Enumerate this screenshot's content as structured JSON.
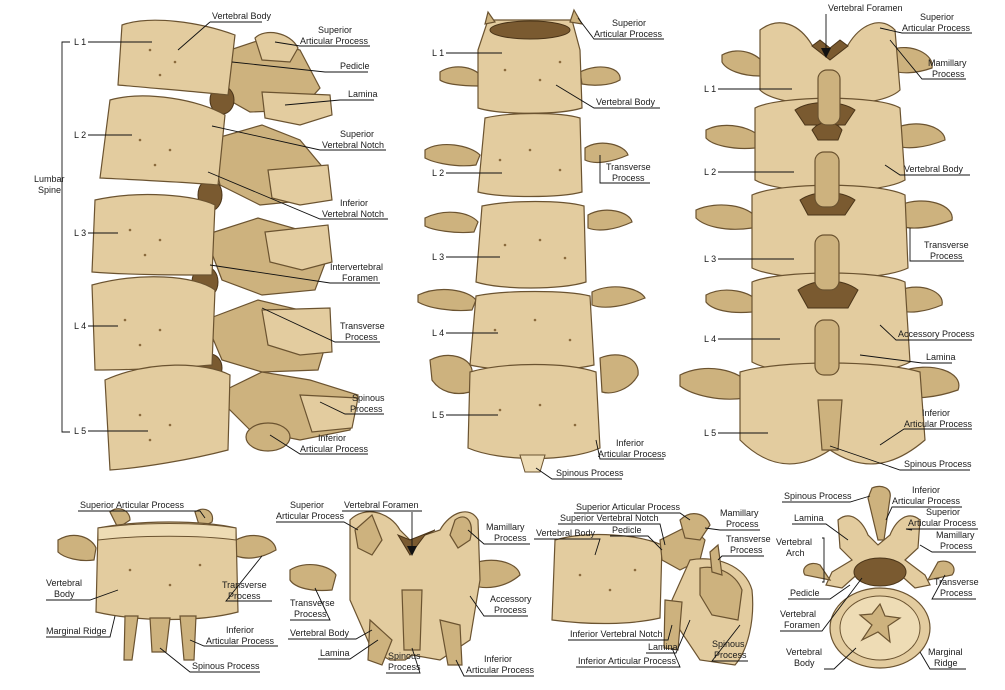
{
  "panel_top_left": {
    "group_label_line1": "Lumbar",
    "group_label_line2": "Spine",
    "levels": [
      "L 1",
      "L 2",
      "L 3",
      "L 4",
      "L 5"
    ],
    "labels": {
      "vertebral_body": "Vertebral Body",
      "superior_articular_process_1": "Superior",
      "superior_articular_process_2": "Articular Process",
      "pedicle": "Pedicle",
      "lamina": "Lamina",
      "superior_vertebral_notch_1": "Superior",
      "superior_vertebral_notch_2": "Vertebral Notch",
      "inferior_vertebral_notch_1": "Inferior",
      "inferior_vertebral_notch_2": "Vertebral Notch",
      "intervertebral_foramen_1": "Intervertebral",
      "intervertebral_foramen_2": "Foramen",
      "transverse_process_1": "Transverse",
      "transverse_process_2": "Process",
      "spinous_process_1": "Spinous",
      "spinous_process_2": "Process",
      "inferior_articular_process_1": "Inferior",
      "inferior_articular_process_2": "Articular Process"
    }
  },
  "panel_top_middle": {
    "levels": [
      "L 1",
      "L 2",
      "L 3",
      "L 4",
      "L 5"
    ],
    "labels": {
      "superior_articular_process_1": "Superior",
      "superior_articular_process_2": "Articular Process",
      "vertebral_body": "Vertebral Body",
      "transverse_process_1": "Transverse",
      "transverse_process_2": "Process",
      "inferior_articular_process_1": "Inferior",
      "inferior_articular_process_2": "Articular Process",
      "spinous_process": "Spinous Process"
    }
  },
  "panel_top_right": {
    "levels": [
      "L 1",
      "L 2",
      "L 3",
      "L 4",
      "L 5"
    ],
    "labels": {
      "vertebral_foramen": "Vertebral Foramen",
      "superior_articular_process_1": "Superior",
      "superior_articular_process_2": "Articular Process",
      "mamillary_process_1": "Mamillary",
      "mamillary_process_2": "Process",
      "vertebral_body": "Vertebral Body",
      "transverse_process_1": "Transverse",
      "transverse_process_2": "Process",
      "accessory_process": "Accessory Process",
      "lamina": "Lamina",
      "inferior_articular_process_1": "Inferior",
      "inferior_articular_process_2": "Articular Process",
      "spinous_process": "Spinous Process"
    }
  },
  "panel_bottom_1": {
    "labels": {
      "superior_articular_process": "Superior Articular Process",
      "vertebral_body_1": "Vertebral",
      "vertebral_body_2": "Body",
      "transverse_process_1": "Transverse",
      "transverse_process_2": "Process",
      "marginal_ridge": "Marginal Ridge",
      "inferior_articular_process_1": "Inferior",
      "inferior_articular_process_2": "Articular Process",
      "spinous_process": "Spinous Process"
    }
  },
  "panel_bottom_2": {
    "labels": {
      "superior_articular_process_1": "Superior",
      "superior_articular_process_2": "Articular Process",
      "vertebral_foramen": "Vertebral Foramen",
      "mamillary_process_1": "Mamillary",
      "mamillary_process_2": "Process",
      "transverse_process_1": "Transverse",
      "transverse_process_2": "Process",
      "accessory_process_1": "Accessory",
      "accessory_process_2": "Process",
      "vertebral_body": "Vertebral Body",
      "lamina": "Lamina",
      "spinous_process_1": "Spinous",
      "spinous_process_2": "Process",
      "inferior_articular_process_1": "Inferior",
      "inferior_articular_process_2": "Articular Process"
    }
  },
  "panel_bottom_3": {
    "labels": {
      "superior_articular_process": "Superior Articular Process",
      "superior_vertebral_notch": "Superior Vertebral Notch",
      "vertebral_body": "Vertebral Body",
      "pedicle": "Pedicle",
      "mamillary_process_1": "Mamillary",
      "mamillary_process_2": "Process",
      "transverse_process_1": "Transverse",
      "transverse_process_2": "Process",
      "inferior_vertebral_notch": "Inferior Vertebral Notch",
      "lamina": "Lamina",
      "spinous_process_1": "Spinous",
      "spinous_process_2": "Process",
      "inferior_articular_process": "Inferior Articular Process"
    }
  },
  "panel_bottom_4": {
    "labels": {
      "spinous_process": "Spinous Process",
      "inferior_articular_process_1": "Inferior",
      "inferior_articular_process_2": "Articular Process",
      "lamina": "Lamina",
      "superior_articular_process_1": "Superior",
      "superior_articular_process_2": "Articular Process",
      "vertebral_arch_1": "Vertebral",
      "vertebral_arch_2": "Arch",
      "mamillary_process_1": "Mamillary",
      "mamillary_process_2": "Process",
      "transverse_process_1": "Transverse",
      "transverse_process_2": "Process",
      "pedicle": "Pedicle",
      "vertebral_foramen_1": "Vertebral",
      "vertebral_foramen_2": "Foramen",
      "vertebral_body_1": "Vertebral",
      "vertebral_body_2": "Body",
      "marginal_ridge_1": "Marginal",
      "marginal_ridge_2": "Ridge"
    }
  },
  "colors": {
    "bone": "#e3cc9f",
    "bone_shadow": "#cdb27e",
    "outline": "#6b5330",
    "label_text": "#1a1a1a"
  }
}
